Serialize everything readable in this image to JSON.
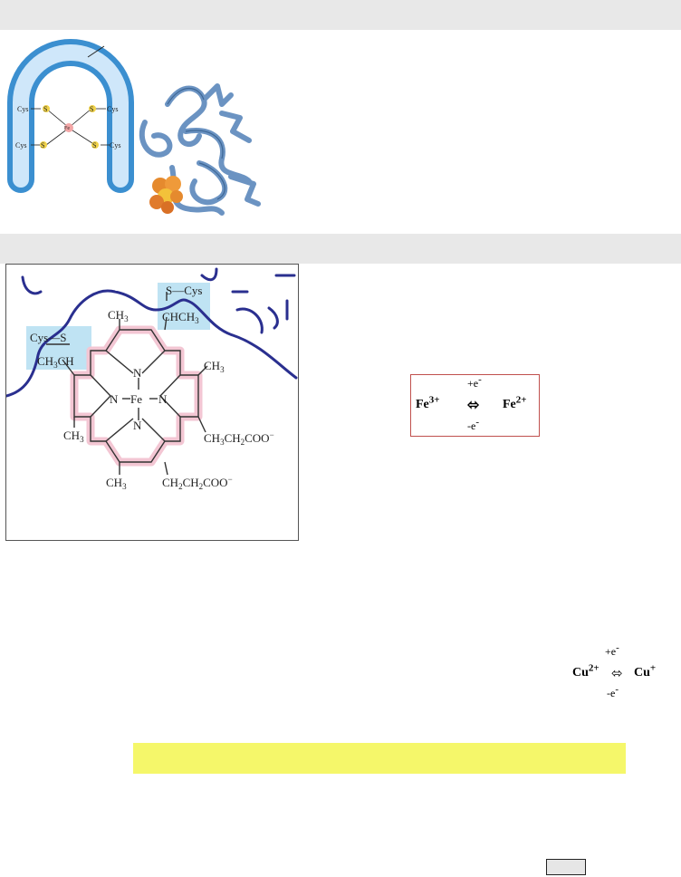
{
  "protein_figure": {
    "cys_labels": [
      "Cys",
      "Cys",
      "Cys",
      "Cys"
    ],
    "s_labels": [
      "S",
      "S",
      "S",
      "S"
    ],
    "fe_label": "Fe"
  },
  "heme_figure": {
    "cys_s_top": "S—Cys",
    "chch3_top": "CHCH",
    "cys_s_left": "Cys—S",
    "ch3ch_left": "CH",
    "ch3_labels": [
      "CH",
      "CH",
      "CH",
      "CH"
    ],
    "sub3": "3",
    "n_labels": [
      "N",
      "N",
      "N",
      "N"
    ],
    "fe_center": "Fe",
    "propionate": "CH",
    "propionate_mid": "CH",
    "propionate_end": "COO",
    "minus": "−"
  },
  "iron_redox": {
    "left_species": "Fe",
    "left_charge": "3+",
    "right_species": "Fe",
    "right_charge": "2+",
    "top_label": "+e",
    "bottom_label": "-e",
    "electron_sup": "-",
    "arrow": "⬄",
    "border_color": "#c0504d"
  },
  "copper_redox": {
    "left_species": "Cu",
    "left_charge": "2+",
    "right_species": "Cu",
    "right_charge": "+",
    "top_label": "+e",
    "bottom_label": "-e",
    "electron_sup": "-",
    "arrow": "⬄"
  },
  "colors": {
    "band_gray": "#e8e8e8",
    "highlight_yellow": "#f5f76a",
    "protein_blue": "#7fb9e8",
    "ribbon_blue": "#6b93c2",
    "heme_chain_blue": "#2a2f8f",
    "heme_pink": "#f3c6d3",
    "cys_box_blue": "#bfe3f3"
  }
}
